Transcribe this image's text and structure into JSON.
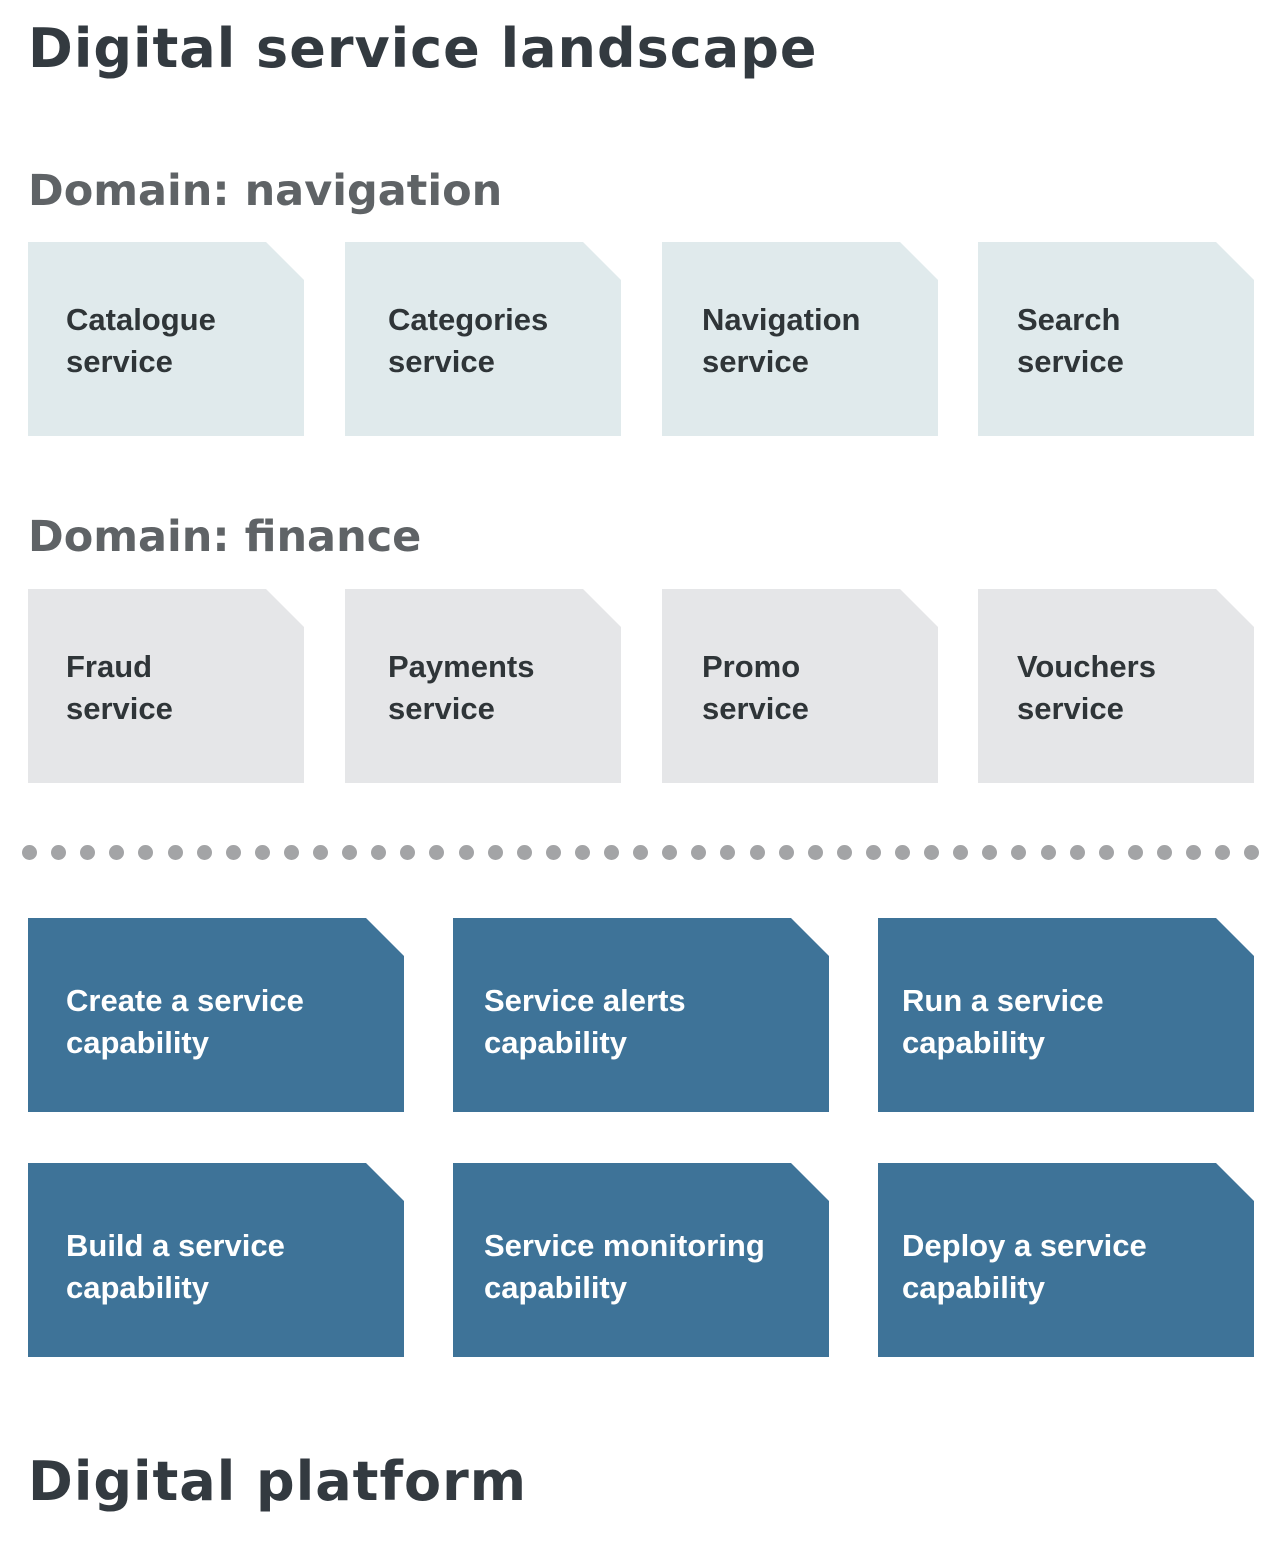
{
  "landscape_title": "Digital service landscape",
  "domains": [
    {
      "heading": "Domain: navigation",
      "services": [
        {
          "line1": "Catalogue",
          "line2": "service"
        },
        {
          "line1": "Categories",
          "line2": "service"
        },
        {
          "line1": "Navigation",
          "line2": "service"
        },
        {
          "line1": "Search",
          "line2": "service"
        }
      ]
    },
    {
      "heading": "Domain: finance",
      "services": [
        {
          "line1": "Fraud",
          "line2": "service"
        },
        {
          "line1": "Payments",
          "line2": "service"
        },
        {
          "line1": "Promo",
          "line2": "service"
        },
        {
          "line1": "Vouchers",
          "line2": "service"
        }
      ]
    }
  ],
  "capabilities": [
    {
      "line1": "Create a service",
      "line2": "capability"
    },
    {
      "line1": "Service alerts",
      "line2": "capability"
    },
    {
      "line1": "Run a service",
      "line2": "capability"
    },
    {
      "line1": "Build a service",
      "line2": "capability"
    },
    {
      "line1": "Service monitoring",
      "line2": "capability"
    },
    {
      "line1": "Deploy a service",
      "line2": "capability"
    }
  ],
  "platform_title": "Digital platform",
  "colors": {
    "navigation_card": "#e0eaec",
    "finance_card": "#e5e6e8",
    "capability_card": "#3e7398",
    "divider_dots": "#a3a4a6",
    "title_text": "#333a40",
    "heading_text": "#5f6366"
  }
}
